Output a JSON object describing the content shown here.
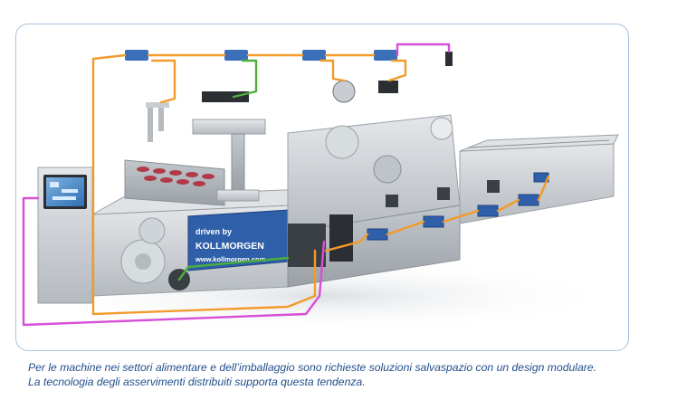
{
  "panel": {
    "line1": "driven by",
    "line2": "KOLLMORGEN",
    "line3": "www.kollmorgen.com"
  },
  "caption": "Per le machine nei settori alimentare e dell’imballaggio sono richieste soluzioni salvaspazio con un design modulare. La tecnologia degli asservimenti distribuiti supporta questa tendenza.",
  "colors": {
    "orange_cable": "#f39a2b",
    "magenta_cable": "#d64fd6",
    "green_cable": "#4caf3c",
    "frame_border": "#a9c3dc",
    "caption_text": "#1f4e8c",
    "machine_steel": "#c9cdd1",
    "servo_blue": "#2f5fa8"
  }
}
